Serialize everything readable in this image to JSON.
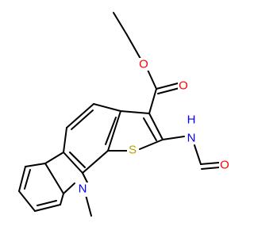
{
  "molecule": {
    "atoms": [
      {
        "id": "O_ester",
        "label": "O",
        "color": "#ff0000"
      },
      {
        "id": "O_carbonyl",
        "label": "O",
        "color": "#ff0000"
      },
      {
        "id": "N_amide",
        "label": "N",
        "color": "#0000ff"
      },
      {
        "id": "H_amide",
        "label": "H",
        "color": "#0000ff"
      },
      {
        "id": "O_formyl",
        "label": "O",
        "color": "#ff0000"
      },
      {
        "id": "S_thio",
        "label": "S",
        "color": "#b8a000"
      },
      {
        "id": "N_indole",
        "label": "N",
        "color": "#0000ff"
      }
    ]
  }
}
